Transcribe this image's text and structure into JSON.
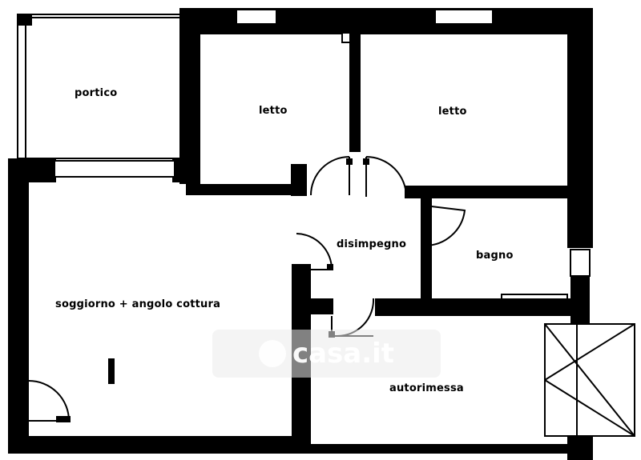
{
  "rooms": {
    "portico": "portico",
    "letto_left": "letto",
    "letto_right": "letto",
    "disimpegno": "disimpegno",
    "bagno": "bagno",
    "soggiorno": "soggiorno + angolo cottura",
    "autorimessa": "autorimessa"
  },
  "watermark": {
    "brand": "casa.it"
  }
}
